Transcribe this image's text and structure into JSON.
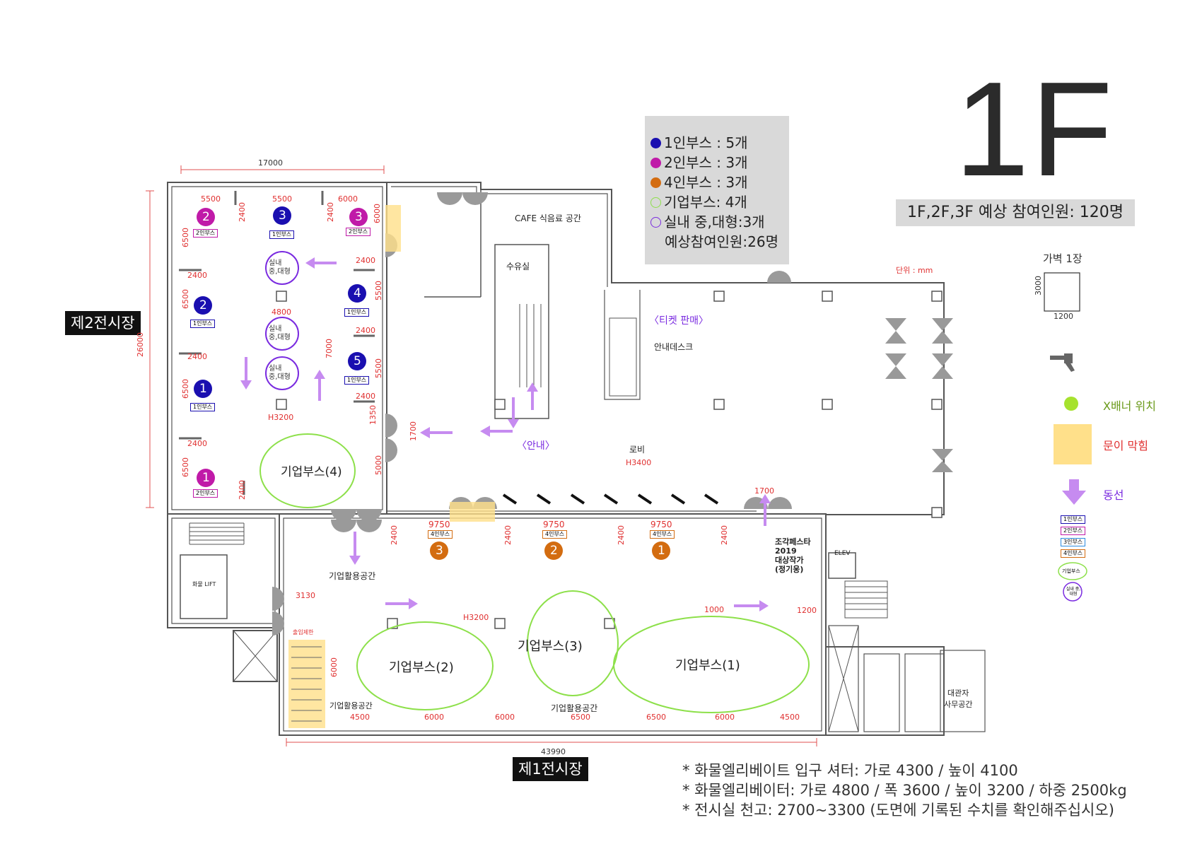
{
  "floor_title": "1F",
  "legend": {
    "items": [
      {
        "text": "1인부스 : 5개",
        "color": "#1a0fb0",
        "style": "filled"
      },
      {
        "text": "2인부스 : 3개",
        "color": "#c01aa8",
        "style": "filled"
      },
      {
        "text": "4인부스 : 3개",
        "color": "#d36c10",
        "style": "filled"
      },
      {
        "text": "기업부스: 4개",
        "color": "#8de04a",
        "style": "ring"
      },
      {
        "text": "실내 중,대형:3개",
        "color": "#7a2be0",
        "style": "ring"
      },
      {
        "text": "예상참여인원:26명",
        "color": "",
        "style": "none"
      }
    ]
  },
  "expected_participants": "1F,2F,3F 예상 참여인원: 120명",
  "hall2_label": "제2전시장",
  "hall1_label": "제1전시장",
  "unit_label": "단위 : mm",
  "partition": {
    "title": "가벽 1장",
    "height": "3000",
    "width": "1200"
  },
  "side_legend": {
    "xbanner": "X배너 위치",
    "door_blocked": "문이 막힘",
    "flow": "동선",
    "tags": [
      "1인부스",
      "2인부스",
      "3인부스",
      "4인부스"
    ],
    "corp_booth": "기업부스",
    "indoor": "실내 중,대형"
  },
  "notes": [
    "* 화물엘리베이트 입구 셔터: 가로 4300 / 높이 4100",
    "* 화물엘리베이터: 가로 4800 / 폭 3600 / 높이 3200 / 하중 2500kg",
    "* 전시실 천고: 2700~3300 (도면에 기록된 수치를 확인해주십시오)"
  ],
  "rooms": {
    "cafe": "CAFE 식음료 공간",
    "water": "수유실",
    "ticket": "〈티켓 판매〉",
    "info_desk": "안내데스크",
    "lobby": "로비",
    "lobby_height": "H3400",
    "guide": "〈안내〉",
    "freight_lift": "화물 LIFT",
    "elev": "ELEV",
    "corp_space_1": "기업활용공간",
    "corp_space_2": "기업활용공간",
    "corp_space_3": "기업활용공간",
    "restricted": "출입제한",
    "office": "대관자\n사무공간",
    "sculpture": "조각페스타\n2019\n대상작가\n(정기웅)",
    "h3200_left": "H3200",
    "h3200_bottom": "H3200"
  },
  "corp_booths": [
    "기업부스(1)",
    "기업부스(2)",
    "기업부스(3)",
    "기업부스(4)"
  ],
  "indoor_booths": [
    "실내\n중,대형",
    "실내\n중,대형",
    "실내\n중,대형"
  ],
  "numbered_booths": [
    {
      "num": "2",
      "tag": "2인부스",
      "color": "#c01aa8"
    },
    {
      "num": "3",
      "tag": "1인부스",
      "color": "#1a0fb0"
    },
    {
      "num": "3",
      "tag": "2인부스",
      "color": "#c01aa8"
    },
    {
      "num": "2",
      "tag": "1인부스",
      "color": "#1a0fb0"
    },
    {
      "num": "4",
      "tag": "1인부스",
      "color": "#1a0fb0"
    },
    {
      "num": "5",
      "tag": "1인부스",
      "color": "#1a0fb0"
    },
    {
      "num": "1",
      "tag": "1인부스",
      "color": "#1a0fb0"
    },
    {
      "num": "1",
      "tag": "2인부스",
      "color": "#c01aa8"
    },
    {
      "num": "3",
      "tag": "4인부스",
      "color": "#d36c10"
    },
    {
      "num": "2",
      "tag": "4인부스",
      "color": "#d36c10"
    },
    {
      "num": "1",
      "tag": "4인부스",
      "color": "#d36c10"
    }
  ],
  "dimensions": {
    "top": "17000",
    "left": "26000",
    "bottom": "43990",
    "d5500a": "5500",
    "d5500b": "5500",
    "d6000a": "6000",
    "d6500a": "6500",
    "d6500b": "6500",
    "d6500c": "6500",
    "d6500d": "6500",
    "d2400": "2400",
    "d4800": "4800",
    "d7000": "7000",
    "d5500c": "5500",
    "d5500d": "5500",
    "d1350": "1350",
    "d1700a": "1700",
    "d1700b": "1700",
    "d5000": "5000",
    "d6000v": "6000",
    "d6000w": "6000",
    "d9750": "9750",
    "d3130": "3130",
    "d1000": "1000",
    "d1200": "1200",
    "d4500": "4500",
    "d6000": "6000",
    "d6500": "6500"
  }
}
